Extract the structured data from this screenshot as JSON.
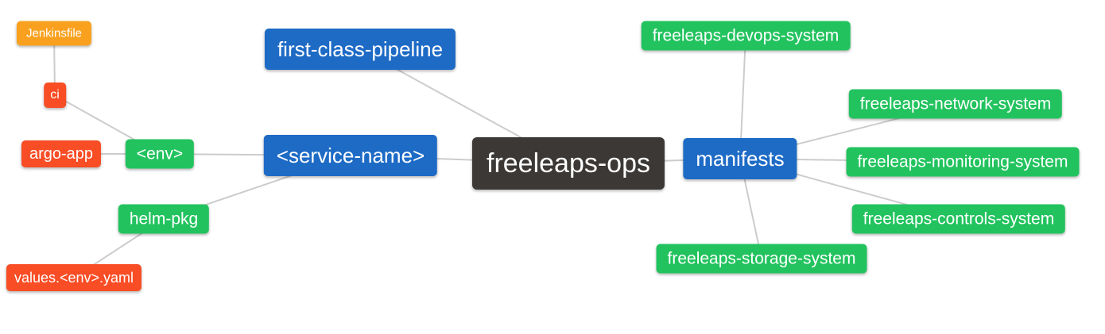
{
  "diagram": {
    "title": "freeleaps-ops mind map",
    "background_color": "#ffffff",
    "edge_color": "#cccccc",
    "palette": {
      "root": "#3b3836",
      "branch": "#1e6bc6",
      "leaf": "#22c35e",
      "detail": "#f84d25",
      "subdetail": "#f9a11e",
      "text": "#ffffff"
    },
    "nodes": [
      {
        "id": "jenkinsfile",
        "label": "Jenkinsfile",
        "role": "subdetail"
      },
      {
        "id": "ci",
        "label": "ci",
        "role": "detail"
      },
      {
        "id": "argo-app",
        "label": "argo-app",
        "role": "detail"
      },
      {
        "id": "env",
        "label": "<env>",
        "role": "leaf"
      },
      {
        "id": "service-name",
        "label": "<service-name>",
        "role": "branch"
      },
      {
        "id": "first-class-pipeline",
        "label": "first-class-pipeline",
        "role": "branch"
      },
      {
        "id": "freeleaps-ops",
        "label": "freeleaps-ops",
        "role": "root"
      },
      {
        "id": "manifests",
        "label": "manifests",
        "role": "branch"
      },
      {
        "id": "helm-pkg",
        "label": "helm-pkg",
        "role": "leaf"
      },
      {
        "id": "values-env-yaml",
        "label": "values.<env>.yaml",
        "role": "detail"
      },
      {
        "id": "freeleaps-devops-system",
        "label": "freeleaps-devops-system",
        "role": "leaf"
      },
      {
        "id": "freeleaps-network-system",
        "label": "freeleaps-network-system",
        "role": "leaf"
      },
      {
        "id": "freeleaps-monitoring-system",
        "label": "freeleaps-monitoring-system",
        "role": "leaf"
      },
      {
        "id": "freeleaps-controls-system",
        "label": "freeleaps-controls-system",
        "role": "leaf"
      },
      {
        "id": "freeleaps-storage-system",
        "label": "freeleaps-storage-system",
        "role": "leaf"
      }
    ],
    "edges": [
      [
        "jenkinsfile",
        "ci"
      ],
      [
        "ci",
        "env"
      ],
      [
        "argo-app",
        "env"
      ],
      [
        "env",
        "service-name"
      ],
      [
        "helm-pkg",
        "service-name"
      ],
      [
        "values-env-yaml",
        "helm-pkg"
      ],
      [
        "first-class-pipeline",
        "freeleaps-ops"
      ],
      [
        "service-name",
        "freeleaps-ops"
      ],
      [
        "freeleaps-ops",
        "manifests"
      ],
      [
        "manifests",
        "freeleaps-devops-system"
      ],
      [
        "manifests",
        "freeleaps-network-system"
      ],
      [
        "manifests",
        "freeleaps-monitoring-system"
      ],
      [
        "manifests",
        "freeleaps-controls-system"
      ],
      [
        "manifests",
        "freeleaps-storage-system"
      ]
    ]
  }
}
